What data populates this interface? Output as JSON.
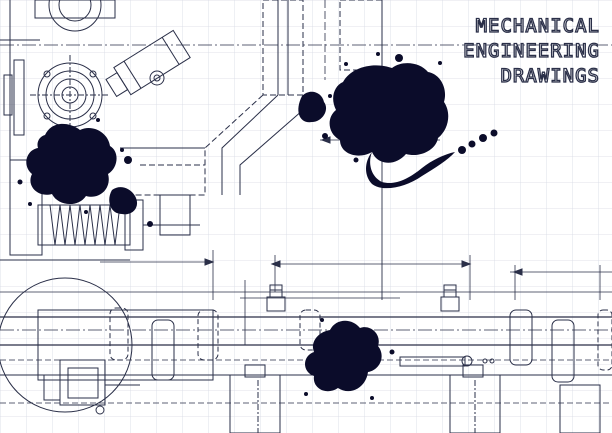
{
  "title": {
    "lines": [
      "MECHANICAL",
      "ENGINEERING",
      "DRAWINGS"
    ]
  },
  "colors": {
    "background": "#ffffff",
    "grid": "#d6d9e4",
    "ink": "#0b0c2a",
    "line": "#2a2f48"
  }
}
